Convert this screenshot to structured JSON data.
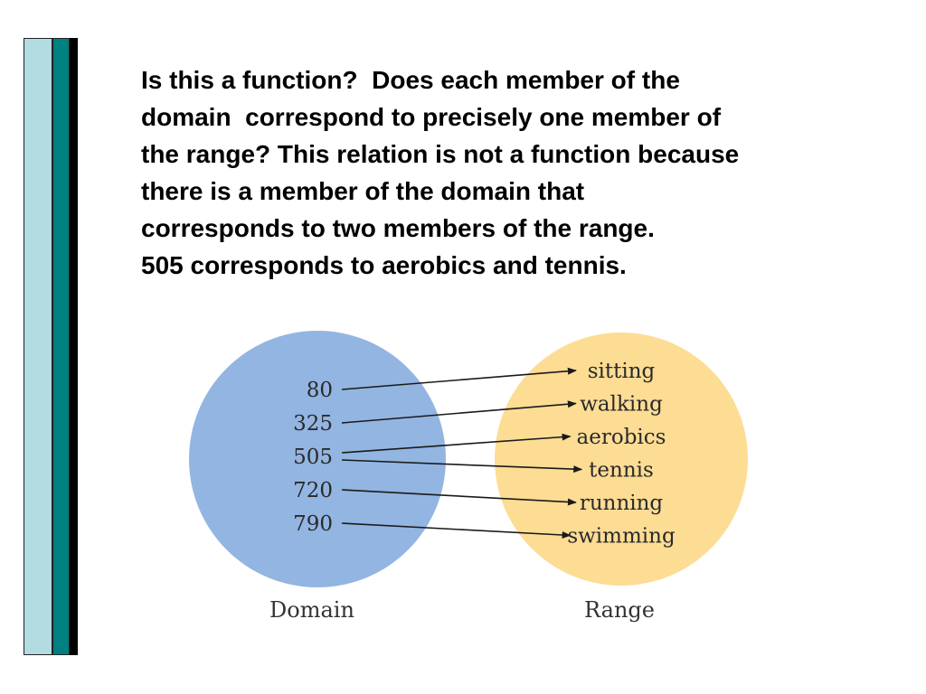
{
  "slide": {
    "text_lines": [
      "Is this a function?  Does each member of the",
      "domain  correspond to precisely one member of",
      "the range? This relation is not a function because",
      "there is a member of the domain that",
      "corresponds to two members of the range.",
      "505 corresponds to aerobics and tennis."
    ]
  },
  "diagram": {
    "domain_label": "Domain",
    "range_label": "Range",
    "domain_values": [
      "80",
      "325",
      "505",
      "720",
      "790"
    ],
    "range_values": [
      "sitting",
      "walking",
      "aerobics",
      "tennis",
      "running",
      "swimming"
    ],
    "mappings": [
      {
        "from": "80",
        "to": "sitting"
      },
      {
        "from": "325",
        "to": "walking"
      },
      {
        "from": "505",
        "to": "aerobics"
      },
      {
        "from": "505",
        "to": "tennis"
      },
      {
        "from": "720",
        "to": "running"
      },
      {
        "from": "790",
        "to": "swimming"
      }
    ],
    "colors": {
      "domain_circle": "#93b5e1",
      "range_circle": "#fddc94",
      "arrow": "#1a1a1a"
    }
  }
}
